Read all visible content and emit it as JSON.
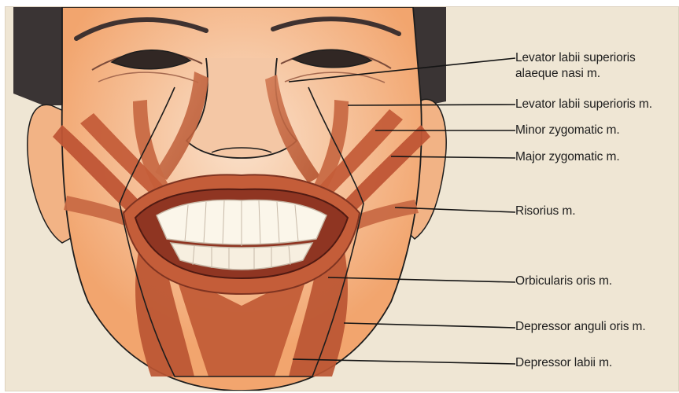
{
  "labels": {
    "levator_labii_alaeque_line1": "Levator labii superioris",
    "levator_labii_alaeque_line2": "alaeque nasi m.",
    "levator_labii_superioris": "Levator labii superioris m.",
    "minor_zygomatic": "Minor zygomatic m.",
    "major_zygomatic": "Major zygomatic m.",
    "risorius": "Risorius m.",
    "orbicularis_oris": "Orbicularis oris m.",
    "depressor_anguli_oris": "Depressor anguli oris m.",
    "depressor_labii": "Depressor labii m."
  },
  "colors": {
    "background": "#efe6d4",
    "skin": "#f4b27c",
    "skin_highlight": "#f8d3b0",
    "muscle": "#c6613a",
    "muscle_dark": "#8d3d24",
    "hair": "#3a3434",
    "leader_line": "#151515"
  }
}
